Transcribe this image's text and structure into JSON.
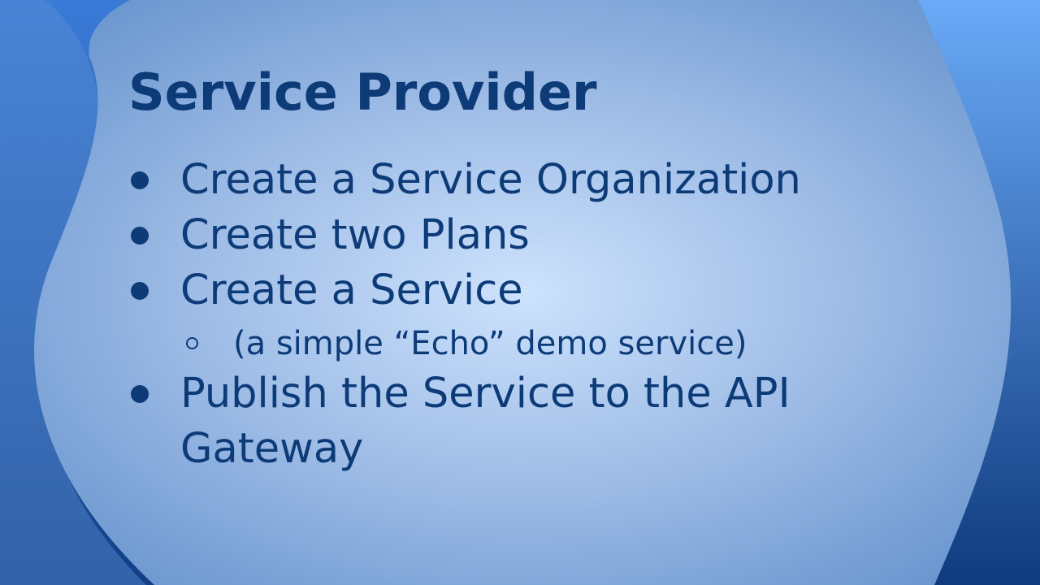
{
  "slide": {
    "title": "Service Provider",
    "bullets": [
      {
        "text": "Create a Service Organization"
      },
      {
        "text": "Create two Plans"
      },
      {
        "text": "Create a Service"
      },
      {
        "text": "(a simple “Echo” demo service)"
      },
      {
        "text": "Publish the Service to the API"
      },
      {
        "text": "Gateway"
      }
    ]
  },
  "theme": {
    "text_color": "#0d3b78",
    "bg_center": "#c8defb",
    "bg_edge": "#1c4f9a"
  }
}
